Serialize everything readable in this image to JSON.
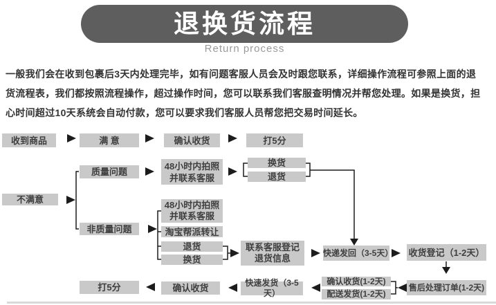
{
  "header": {
    "title": "退换货流程",
    "subtitle": "Return process"
  },
  "intro": {
    "lines": [
      "一般我们会在收到包裹后3天内处理完毕，如有问题客服人员会及时跟您联系，详细操作流程可参照上面的退",
      "货流程表，我们都按照流程操作，超过操作时间，您可以联系我们客服查明情况并帮您处理。如果是换货，担",
      "心时间超过10天系统会自动付款，您可以要求我们客服人员帮您把交易时间延长。"
    ]
  },
  "flowchart": {
    "nodes": {
      "received": "收到商品",
      "satisfied": "满 意",
      "confirm_receipt_1": "确认收货",
      "rate5_1": "打5分",
      "quality_issue": "质量问题",
      "photo48_quality": "48小时内拍照\n并联系客服",
      "exchange_1": "换货",
      "return_1": "退货",
      "unsatisfied": "不满意",
      "non_quality_issue": "非质量问题",
      "photo48_nonquality": "48小时内拍照\n并联系客服",
      "taobao_transfer": "淘宝帮派转让",
      "return_2": "退货",
      "exchange_2": "换货",
      "contact_register": "联系客服登记\n退货信息",
      "express_back": "快递发回（3-5天）",
      "receipt_register": "收货登记（1-2天）",
      "rate5_2": "打5分",
      "confirm_receipt_2": "确认收货",
      "fast_ship": "快速发货（3-5天）",
      "confirm_receipt_3": "确认收货(1-2天)",
      "dispatch": "配送发货(1-2天)",
      "aftersale_order": "售后处理订单(1-2天)"
    }
  },
  "colors": {
    "header_bg": "#5e5e5e",
    "box_bg": "#c9c9c9",
    "text": "#333333",
    "subtitle": "#9a9a9a"
  }
}
